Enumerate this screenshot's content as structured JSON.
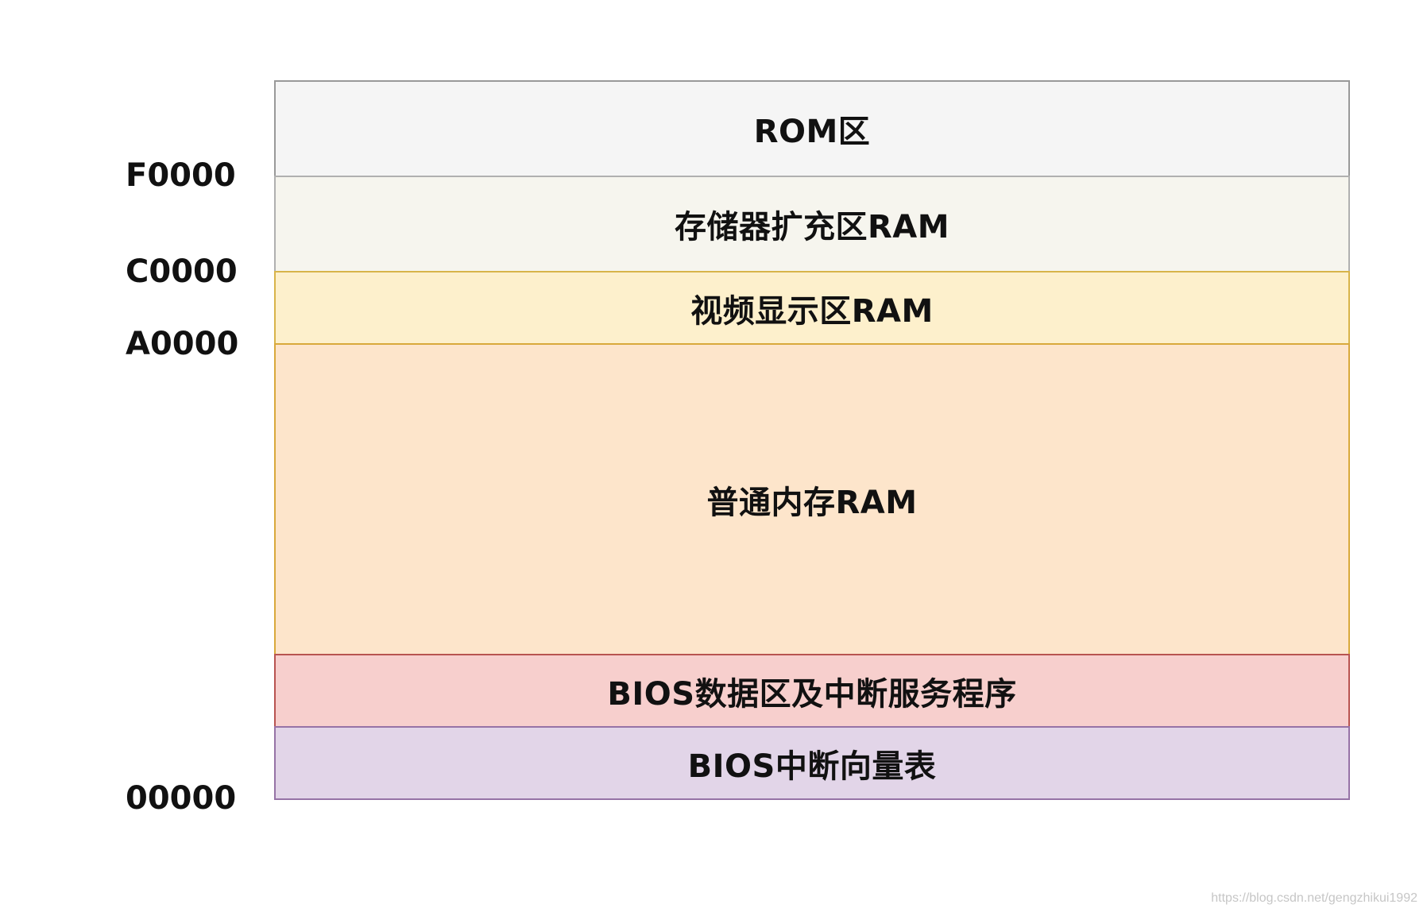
{
  "blocks": [
    {
      "label": "ROM区",
      "fill": "#f5f5f5",
      "border": "#999999"
    },
    {
      "label": "存储器扩充区RAM",
      "fill": "#f6f5ee",
      "border": "#b0b0b0"
    },
    {
      "label": "视频显示区RAM",
      "fill": "#fdf0cc",
      "border": "#d8b44a"
    },
    {
      "label": "普通内存RAM",
      "fill": "#fde5cb",
      "border": "#d9a93b"
    },
    {
      "label": "BIOS数据区及中断服务程序",
      "fill": "#f7cfcd",
      "border": "#b85450"
    },
    {
      "label": "BIOS中断向量表",
      "fill": "#e2d5e8",
      "border": "#9673a6"
    }
  ],
  "addresses": [
    {
      "label": "F0000"
    },
    {
      "label": "C0000"
    },
    {
      "label": "A0000"
    },
    {
      "label": "00000"
    }
  ],
  "watermark": "https://blog.csdn.net/gengzhikui1992"
}
